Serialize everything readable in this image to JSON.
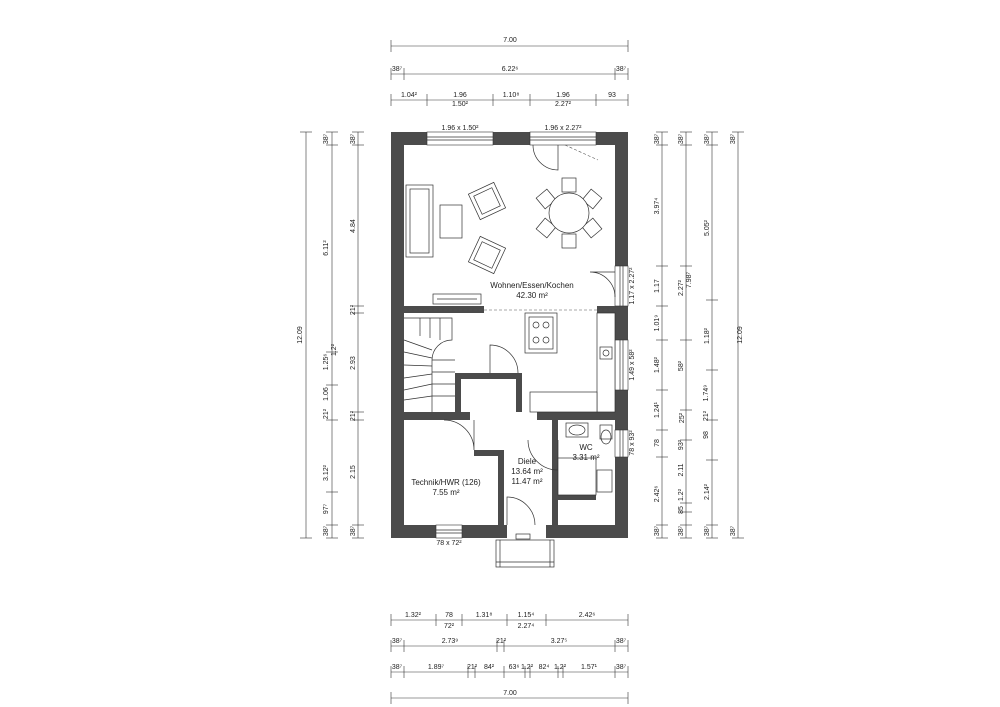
{
  "rooms": [
    {
      "name": "Wohnen/Essen/Kochen",
      "area": "42.30 m²"
    },
    {
      "name": "Diele",
      "area": "13.64 m²",
      "area2": "11.47 m²"
    },
    {
      "name": "WC",
      "area": "3.31 m²"
    },
    {
      "name": "Technik/HWR (126)",
      "area": "7.55 m²"
    }
  ],
  "windows": {
    "top_left": "1.96 x 1.50²",
    "top_right": "1.96 x 2.27²",
    "right_living": "1.17 x 2.27²",
    "right_kitchen": "1.49 x 58²",
    "right_wc": "78 x 93²",
    "bottom_hwr": "78 x 72²"
  },
  "dims_top": {
    "total": "7.00",
    "row2": [
      "38⁷",
      "6.22⁶",
      "38⁷"
    ],
    "row3": [
      "1.04²",
      "1.96",
      "1.10⁸",
      "1.96",
      "93"
    ],
    "row3_sub": [
      "1.50²",
      "2.27²"
    ]
  },
  "dims_bottom": {
    "row1": [
      "1.32²",
      "78",
      "1.31⁸",
      "1.15⁴",
      "2.42⁶"
    ],
    "row1_sub": [
      "72²",
      "2.27⁴"
    ],
    "row2": [
      "38⁷",
      "2.73⁹",
      "21²",
      "3.27⁵",
      "38⁷"
    ],
    "row3": [
      "38⁷",
      "1.89⁷",
      "21²",
      "84²",
      "63⁶",
      "1.2²",
      "82⁴",
      "1.2²",
      "1.57¹",
      "38⁷"
    ],
    "total": "7.00"
  },
  "dims_left": {
    "total": "12.09",
    "col2": [
      "38⁷",
      "6.11²",
      "1.25⁶",
      "1.06",
      "21²",
      "3.12²",
      "97⁷",
      "38⁷"
    ],
    "col3": [
      "38⁷",
      "4.84",
      "21²",
      "2.93",
      "21²",
      "2.15",
      "38⁷"
    ],
    "col2_small": [
      "1.2²"
    ]
  },
  "dims_right": {
    "col1": [
      "38⁷",
      "3.97⁴",
      "1.17",
      "1.01⁹",
      "1.48²",
      "1.24¹",
      "78",
      "2.42⁶",
      "38⁷"
    ],
    "col2": [
      "38⁷",
      "7.98⁷",
      "2.27²",
      "58²",
      "93²",
      "2.11",
      "85",
      "1.2²",
      "38⁷"
    ],
    "col3": [
      "38⁷",
      "5.05²",
      "1.18²",
      "25²",
      "2.14²",
      "38⁷"
    ],
    "col4": [
      "38⁷",
      "1.74⁹",
      "21²",
      "98",
      "38⁷"
    ],
    "total": "12.09"
  }
}
